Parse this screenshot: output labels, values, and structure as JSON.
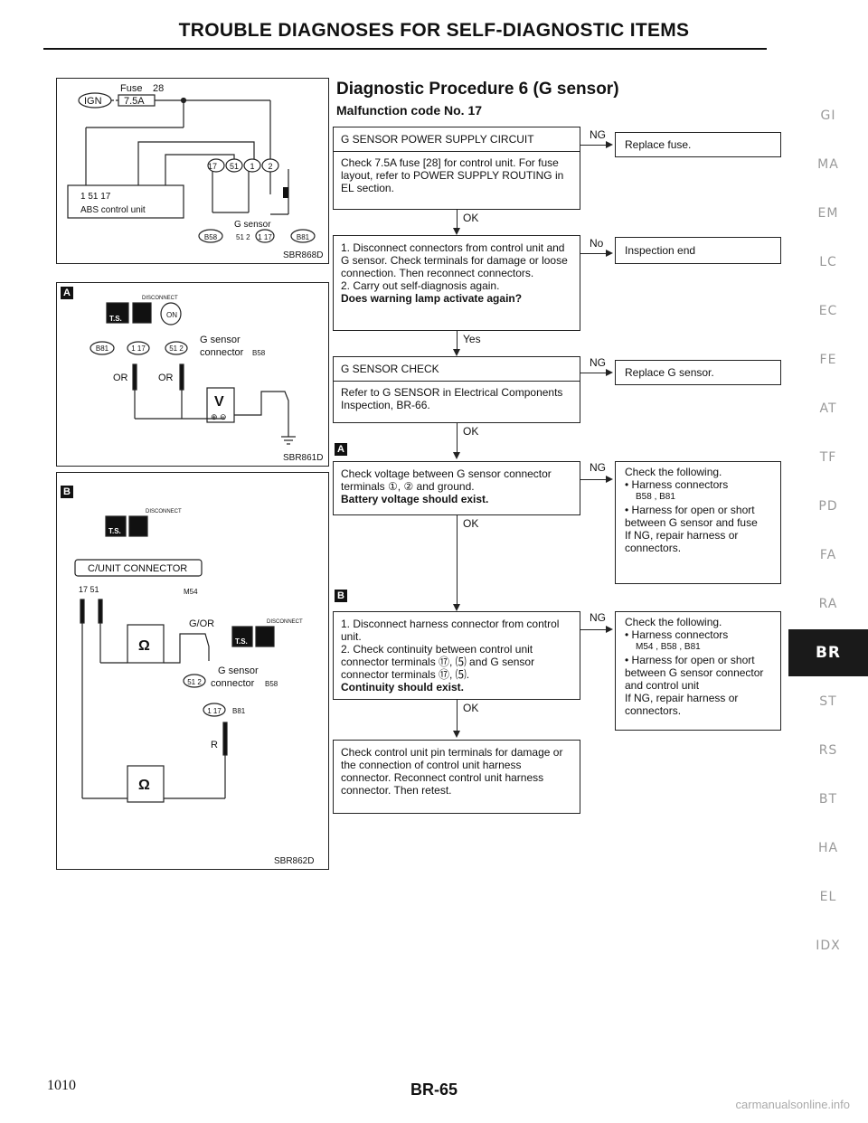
{
  "header": {
    "title": "TROUBLE DIAGNOSES FOR SELF-DIAGNOSTIC ITEMS"
  },
  "procedure": {
    "title": "Diagnostic Procedure 6 (G sensor)",
    "subtitle": "Malfunction code No. 17"
  },
  "left": {
    "panel1": {
      "fuse_label": "Fuse",
      "fuse_no": "28",
      "ign": "IGN",
      "amp": "7.5A",
      "ecu_pins": "1      51      17",
      "ecu_name": "ABS control unit",
      "pins_top": [
        "17",
        "51",
        "1",
        "2"
      ],
      "sensor": "G sensor",
      "conn_a": "B58",
      "conn_a_pins": "51 2",
      "conn_b_pins": "1 17",
      "conn_b": "B81",
      "code": "SBR868D"
    },
    "panel2": {
      "marker": "A",
      "disconnect": "DISCONNECT",
      "ts": "T.S.",
      "on": "ON",
      "conn1": "B81",
      "conn1_pins": "1 17",
      "conn2_pins": "51 2",
      "sensor_line1": "G sensor",
      "sensor_line2": "connector",
      "sensor_conn": "B58",
      "wire1": "OR",
      "wire2": "OR",
      "meter": "V",
      "meter_terms": "⊕ ⊖",
      "code": "SBR861D"
    },
    "panel3": {
      "marker": "B",
      "disconnect": "DISCONNECT",
      "ts": "T.S.",
      "cunit": "C/UNIT CONNECTOR",
      "pins": "17    51",
      "cunit_conn": "M54",
      "wire1": "G/OR",
      "ohm": "Ω",
      "disconnect2": "DISCONNECT",
      "ts2": "T.S.",
      "sensor_line1": "G sensor",
      "sensor_conn_pins": "51 2",
      "sensor_line2": "connector",
      "sensor_conn": "B58",
      "conn2_pins": "1 17",
      "conn2": "B81",
      "wire2": "R",
      "ohm2": "Ω",
      "code": "SBR862D"
    }
  },
  "flow": {
    "step1": {
      "head": "G SENSOR POWER SUPPLY CIRCUIT",
      "body": "Check 7.5A fuse [28] for control unit. For fuse layout, refer to POWER SUPPLY ROUTING in EL section.",
      "ng": "NG",
      "result": "Replace fuse.",
      "next": "OK"
    },
    "step2": {
      "line1": "1. Disconnect connectors from control unit and G sensor. Check terminals for damage or loose connection. Then reconnect connectors.",
      "line2": "2. Carry out self-diagnosis again.",
      "question": "Does warning lamp activate again?",
      "no": "No",
      "result": "Inspection end",
      "next": "Yes"
    },
    "step3": {
      "head": "G SENSOR CHECK",
      "body": "Refer to G SENSOR in Electrical Components Inspection, BR-66.",
      "ng": "NG",
      "result": "Replace G sensor.",
      "next": "OK"
    },
    "step4": {
      "marker": "A",
      "body": "Check voltage between G sensor connector terminals ①, ② and ground.",
      "bold": "Battery voltage should exist.",
      "ng": "NG",
      "result_title": "Check the following.",
      "result_b1": "• Harness connectors",
      "result_conns": "B58 , B81",
      "result_b2": "• Harness for open or short between G sensor and fuse",
      "result_end": "If NG, repair harness or connectors.",
      "next": "OK"
    },
    "step5": {
      "marker": "B",
      "line1": "1. Disconnect harness connector from control unit.",
      "line2": "2. Check continuity between control unit connector terminals ⑰, ⑸ and G sensor connector terminals ⑰, ⑸.",
      "bold": "Continuity should exist.",
      "ng": "NG",
      "result_title": "Check the following.",
      "result_b1": "• Harness connectors",
      "result_conns": "M54 , B58 , B81",
      "result_b2": "• Harness for open or short between G sensor connector and control unit",
      "result_end": "If NG, repair harness or connectors.",
      "next": "OK"
    },
    "step6": {
      "body": "Check control unit pin terminals for damage or the connection of control unit harness connector. Reconnect control unit harness connector. Then retest."
    }
  },
  "tabs": [
    "GI",
    "MA",
    "EM",
    "LC",
    "EC",
    "FE",
    "AT",
    "TF",
    "PD",
    "FA",
    "RA",
    "BR",
    "ST",
    "RS",
    "BT",
    "HA",
    "EL",
    "IDX"
  ],
  "active_tab": "BR",
  "footer": {
    "page": "BR-65",
    "number": "1010",
    "watermark": "carmanualsonline.info"
  }
}
